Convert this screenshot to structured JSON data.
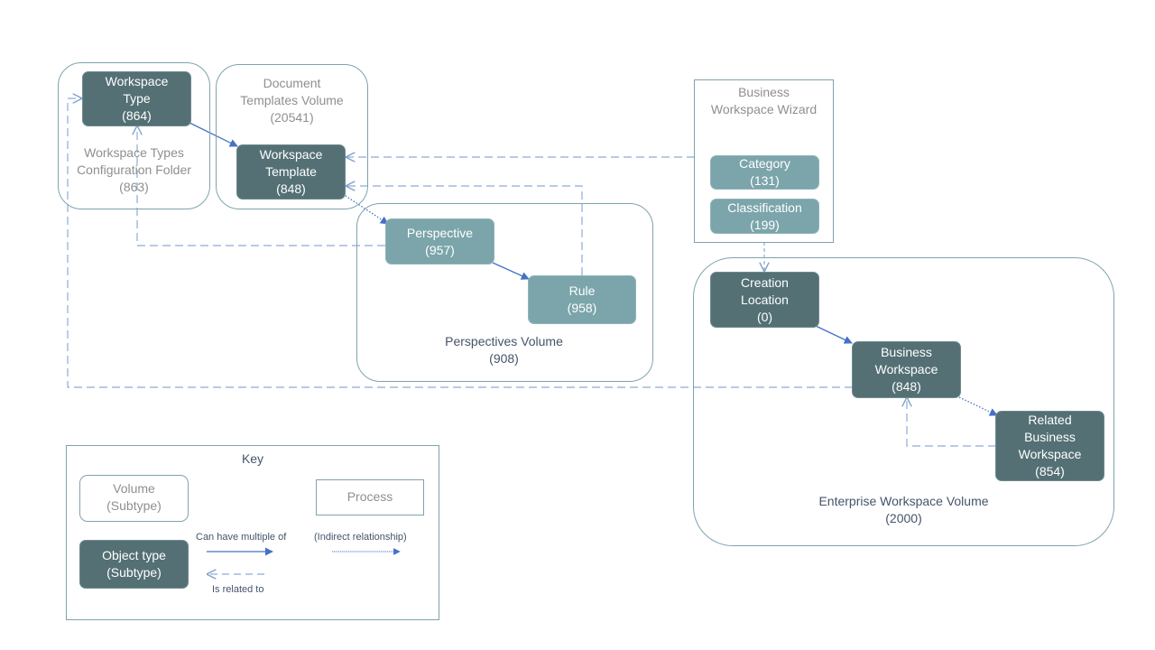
{
  "volumes": {
    "workspace_types_folder": {
      "lines": [
        "Workspace Types",
        "Configuration Folder",
        "(863)"
      ]
    },
    "document_templates_volume": {
      "lines": [
        "Document",
        "Templates Volume",
        "(20541)"
      ]
    },
    "perspectives_volume": {
      "lines": [
        "Perspectives Volume",
        "(908)"
      ]
    },
    "enterprise_workspace_volume": {
      "lines": [
        "Enterprise Workspace Volume",
        "(2000)"
      ]
    }
  },
  "processes": {
    "business_workspace_wizard": {
      "lines": [
        "Business",
        "Workspace Wizard"
      ]
    }
  },
  "nodes": {
    "workspace_type": {
      "lines": [
        "Workspace",
        "Type",
        "(864)"
      ]
    },
    "workspace_template": {
      "lines": [
        "Workspace",
        "Template",
        "(848)"
      ]
    },
    "perspective": {
      "lines": [
        "Perspective",
        "(957)"
      ]
    },
    "rule": {
      "lines": [
        "Rule",
        "(958)"
      ]
    },
    "category": {
      "lines": [
        "Category",
        "(131)"
      ]
    },
    "classification": {
      "lines": [
        "Classification",
        "(199)"
      ]
    },
    "creation_location": {
      "lines": [
        "Creation",
        "Location",
        "(0)"
      ]
    },
    "business_workspace": {
      "lines": [
        "Business",
        "Workspace",
        "(848)"
      ]
    },
    "related_business_workspace": {
      "lines": [
        "Related",
        "Business",
        "Workspace",
        "(854)"
      ]
    }
  },
  "key": {
    "title": "Key",
    "volume_lines": [
      "Volume",
      "(Subtype)"
    ],
    "process_label": "Process",
    "object_lines": [
      "Object type",
      "(Subtype)"
    ],
    "can_have_multiple": "Can have multiple of",
    "indirect": "(Indirect relationship)",
    "is_related_to": "Is related to"
  },
  "colors": {
    "dark_node": "#547074",
    "light_node": "#7ba5ab",
    "border": "#7fa3ad",
    "arrow_solid": "#4472c4",
    "arrow_dashed": "#8eaadb"
  }
}
